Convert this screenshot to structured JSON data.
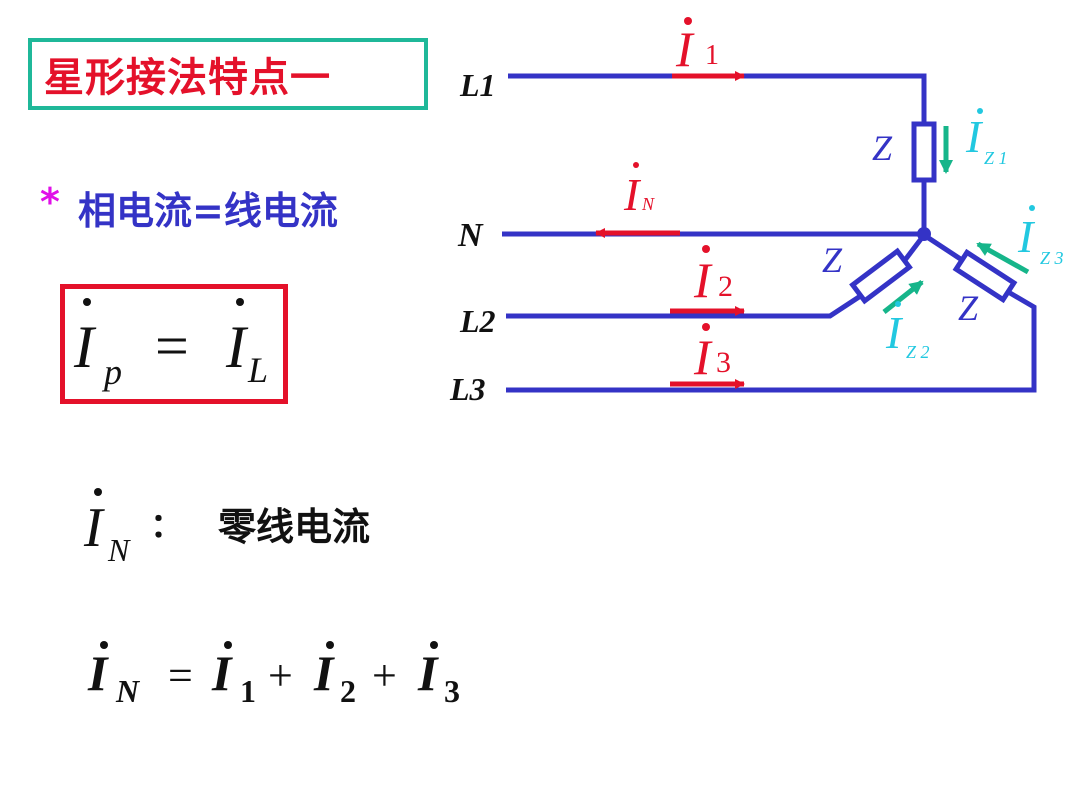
{
  "slide": {
    "title": "星形接法特点一",
    "bullet_symbol": "*",
    "bullet_text": "相电流=线电流"
  },
  "formula_box": {
    "lhs": "I",
    "lhs_sub": "p",
    "eq": "=",
    "rhs": "I",
    "rhs_sub": "L"
  },
  "neutral_note": {
    "symbol": "I",
    "sub": "N",
    "colon": "：",
    "description": "零线电流"
  },
  "sum_formula": {
    "lhs": "I",
    "lhs_sub": "N",
    "eq": "=",
    "t1": "I",
    "t1_sub": "1",
    "plus1": "+",
    "t2": "I",
    "t2_sub": "2",
    "plus2": "+",
    "t3": "I",
    "t3_sub": "3"
  },
  "circuit": {
    "line_labels": {
      "l1": "L1",
      "n": "N",
      "l2": "L2",
      "l3": "L3"
    },
    "impedance_label": "Z",
    "line_current": {
      "symbol": "I",
      "i1_sub": "1",
      "iN_sub": "N",
      "i2_sub": "2",
      "i3_sub": "3"
    },
    "phase_current": {
      "symbol": "I",
      "z1_sub": "Z 1",
      "z2_sub": "Z 2",
      "z3_sub": "Z 3"
    },
    "colors": {
      "wire": "#3433c6",
      "line_current": "#e4112a",
      "phase_current": "#22c8e0",
      "phase_arrow": "#16b58a"
    }
  }
}
